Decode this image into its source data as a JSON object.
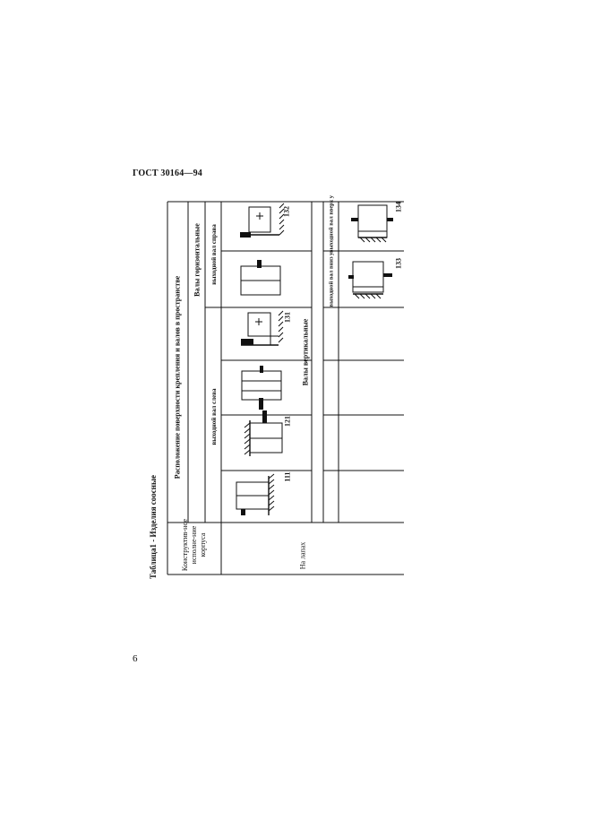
{
  "header": {
    "title": "ГОСТ 30164—94"
  },
  "page": {
    "number": "6"
  },
  "table": {
    "caption": "Таблица1 - Изделия соосные",
    "design_col": {
      "header": "Конструктив-ное исполне-ние корпуса",
      "value": "На лапах"
    },
    "main_header": "Расположение поверхности крепления и валов в пространстве",
    "horizontal": {
      "label": "Валы горизонтальные",
      "left_label": "выходной вал слева",
      "right_label": "выходной вал справа"
    },
    "vertical": {
      "label": "Валы вертикальные",
      "down_label": "выходной вал вниз у",
      "up_label": "выходной вал вверх у"
    },
    "codes": [
      "111",
      "121",
      "131",
      "132",
      "133",
      "134"
    ]
  }
}
